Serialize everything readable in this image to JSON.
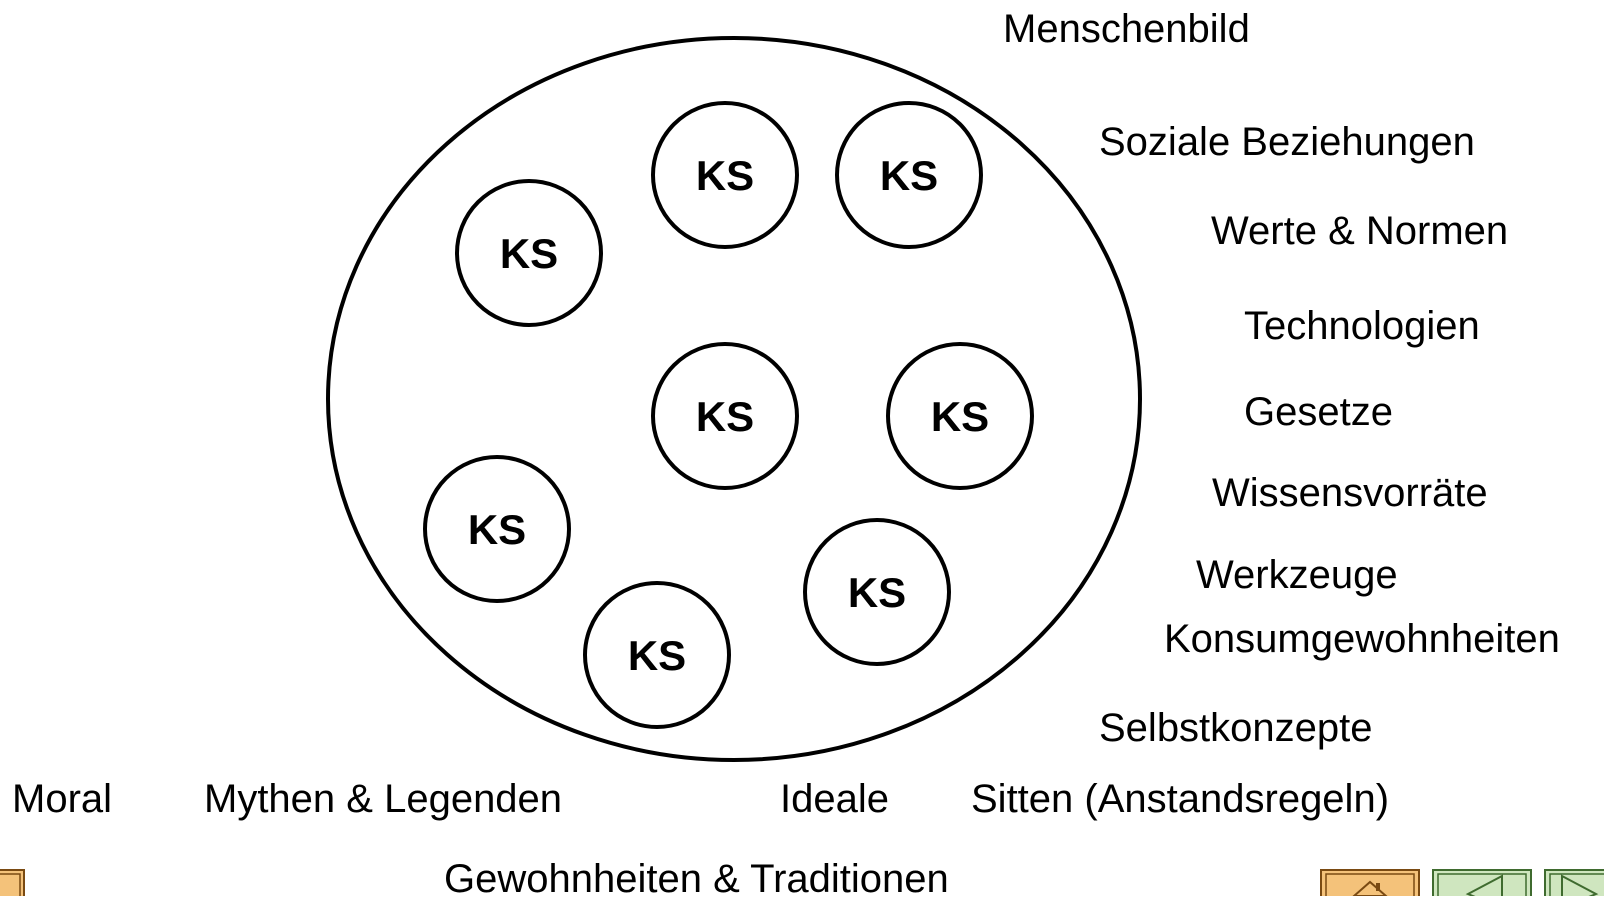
{
  "diagram": {
    "subsystem_label": "KS",
    "subsystem_count": 8,
    "concepts": {
      "menschenbild": "Menschenbild",
      "soziale_beziehungen": "Soziale Beziehungen",
      "werte_normen": "Werte & Normen",
      "technologien": "Technologien",
      "gesetze": "Gesetze",
      "wissensvorraete": "Wissensvorräte",
      "werkzeuge": "Werkzeuge",
      "konsumgewohnheiten": "Konsumgewohnheiten",
      "selbstkonzepte": "Selbstkonzepte",
      "moral": "Moral",
      "mythen_legenden": "Mythen & Legenden",
      "ideale": "Ideale",
      "sitten": "Sitten (Anstandsregeln)",
      "gewohnheiten_traditionen": "Gewohnheiten & Traditionen"
    }
  },
  "navigation": {
    "buttons": [
      "home-icon",
      "back-arrow-icon",
      "forward-arrow-icon"
    ],
    "colors": {
      "home_fill": "#f4c27a",
      "nav_fill": "#cfe6bf",
      "border": "#3f6b2f"
    }
  }
}
